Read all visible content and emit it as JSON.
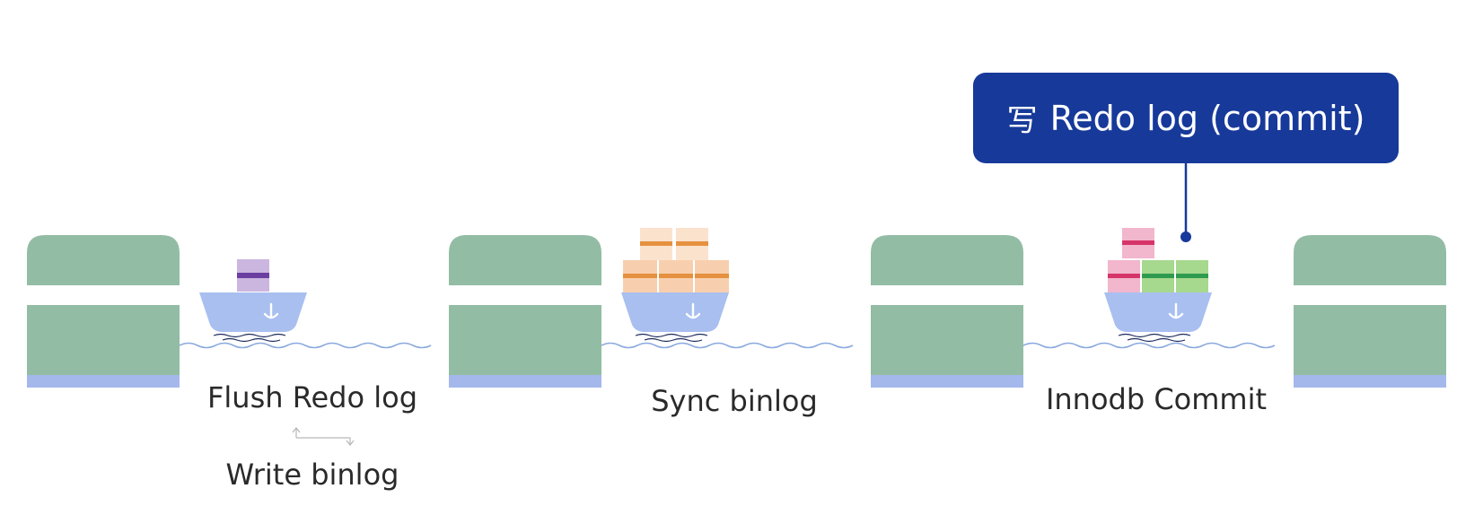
{
  "stages": [
    {
      "label": "Flush Redo log",
      "sub_label": "Write binlog"
    },
    {
      "label": "Sync binlog"
    },
    {
      "label": "Innodb Commit"
    }
  ],
  "callout": {
    "glyph": "写",
    "text": "Redo log (commit)"
  },
  "colors": {
    "dock_green": "#93bca5",
    "dock_blue": "#a4b8ec",
    "ship_hull": "#a9bff0",
    "ship_anchor": "#ffffff",
    "water_line": "#8aa9de",
    "callout_bg": "#17399a",
    "cargo_lavender": "#cbb6e0",
    "cargo_lavender_stripe": "#6b3fa1",
    "cargo_peach": "#f7cfae",
    "cargo_peach_light": "#fbe2cd",
    "cargo_orange_stripe": "#e5913f",
    "cargo_pink": "#f2b6cd",
    "cargo_pink_stripe": "#d63569",
    "cargo_green": "#a6d88e",
    "cargo_green_stripe": "#2f9b4f"
  },
  "icons": [
    "anchor-icon",
    "write-glyph"
  ]
}
